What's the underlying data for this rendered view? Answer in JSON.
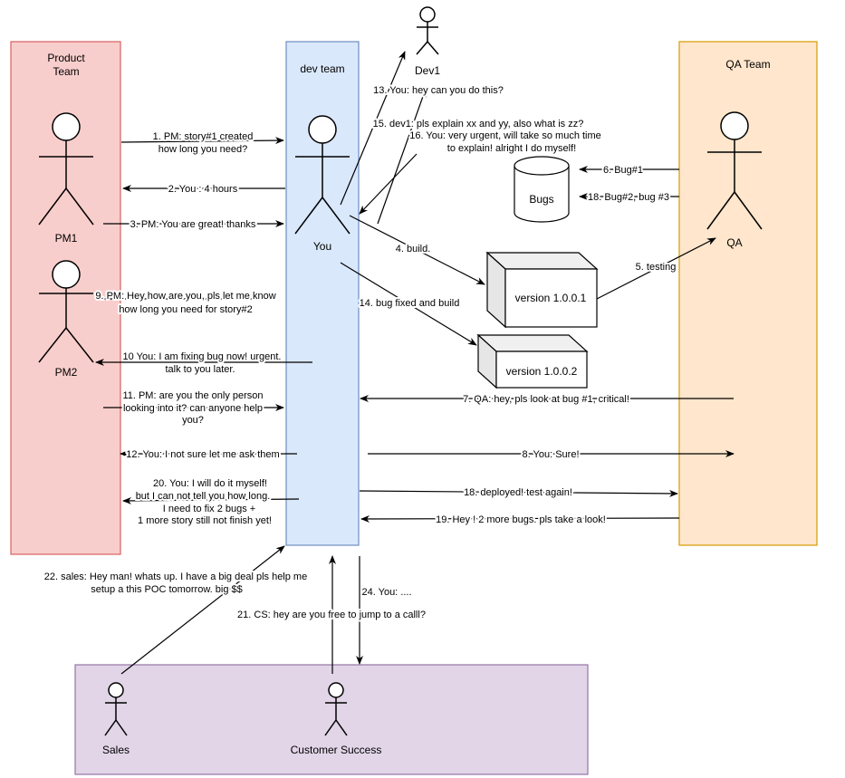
{
  "lanes": {
    "product": {
      "title_line1": "Product",
      "title_line2": "Team",
      "fill": "#f8cecc",
      "stroke": "#d86060"
    },
    "dev": {
      "title": "dev team",
      "fill": "#dae8fc",
      "stroke": "#6c8ebf"
    },
    "qa": {
      "title": "QA Team",
      "fill": "#ffe6cc",
      "stroke": "#d79b00"
    },
    "bottom": {
      "fill": "#e1d5e7",
      "stroke": "#9673a6"
    }
  },
  "actors": {
    "pm1": "PM1",
    "pm2": "PM2",
    "you": "You",
    "dev1": "Dev1",
    "qa": "QA",
    "sales": "Sales",
    "cs": "Customer Success"
  },
  "boxes": {
    "bugs": "Bugs",
    "version1": "version 1.0.0.1",
    "version2": "version 1.0.0.2"
  },
  "messages": {
    "m1_l1": "1. PM: story#1 created",
    "m1_l2": "how long you need?",
    "m2": "2. You : 4 hours",
    "m3": "3. PM: You are great! thanks",
    "m4": "4. build.",
    "m5": "5. testing",
    "m6": "6. Bug#1",
    "m7": "7. QA: hey, pls look at bug #1, critical!",
    "m8": "8. You: Sure!",
    "m9_l1": "9. PM: Hey how are you, pls let me know",
    "m9_l2": "how long you need for story#2",
    "m10_l1": "10 You: I am fixing bug now! urgent.",
    "m10_l2": "talk to you later.",
    "m11_l1": "11. PM: are you the only person",
    "m11_l2": "looking into it? can anyone help",
    "m11_l3": "you?",
    "m12": "12. You: I not sure let me ask them",
    "m13": "13. You: hey can you do this?",
    "m14": "14. bug fixed and build",
    "m15": "15. dev1: pls explain xx and yy, also what is zz?",
    "m16_l1": "16. You: very urgent, will take so much time",
    "m16_l2": "to explain! alright I do myself!",
    "m18a": "18. Bug#2, bug #3",
    "m18b": "18. deployed! test again!",
    "m19": "19. Hey ! 2 more bugs. pls take a look!",
    "m20_l1": "20. You: I will do it myself!",
    "m20_l2": "but I can not tell you how long.",
    "m20_l3": "I need to fix 2 bugs +",
    "m20_l4": "1 more story still not finish yet!",
    "m21": "21. CS: hey are you free to jump to a calll?",
    "m22_l1": "22. sales: Hey man! whats up. I have a big deal pls help me",
    "m22_l2": "setup a this POC tomorrow. big $$",
    "m24": "24. You: ...."
  }
}
